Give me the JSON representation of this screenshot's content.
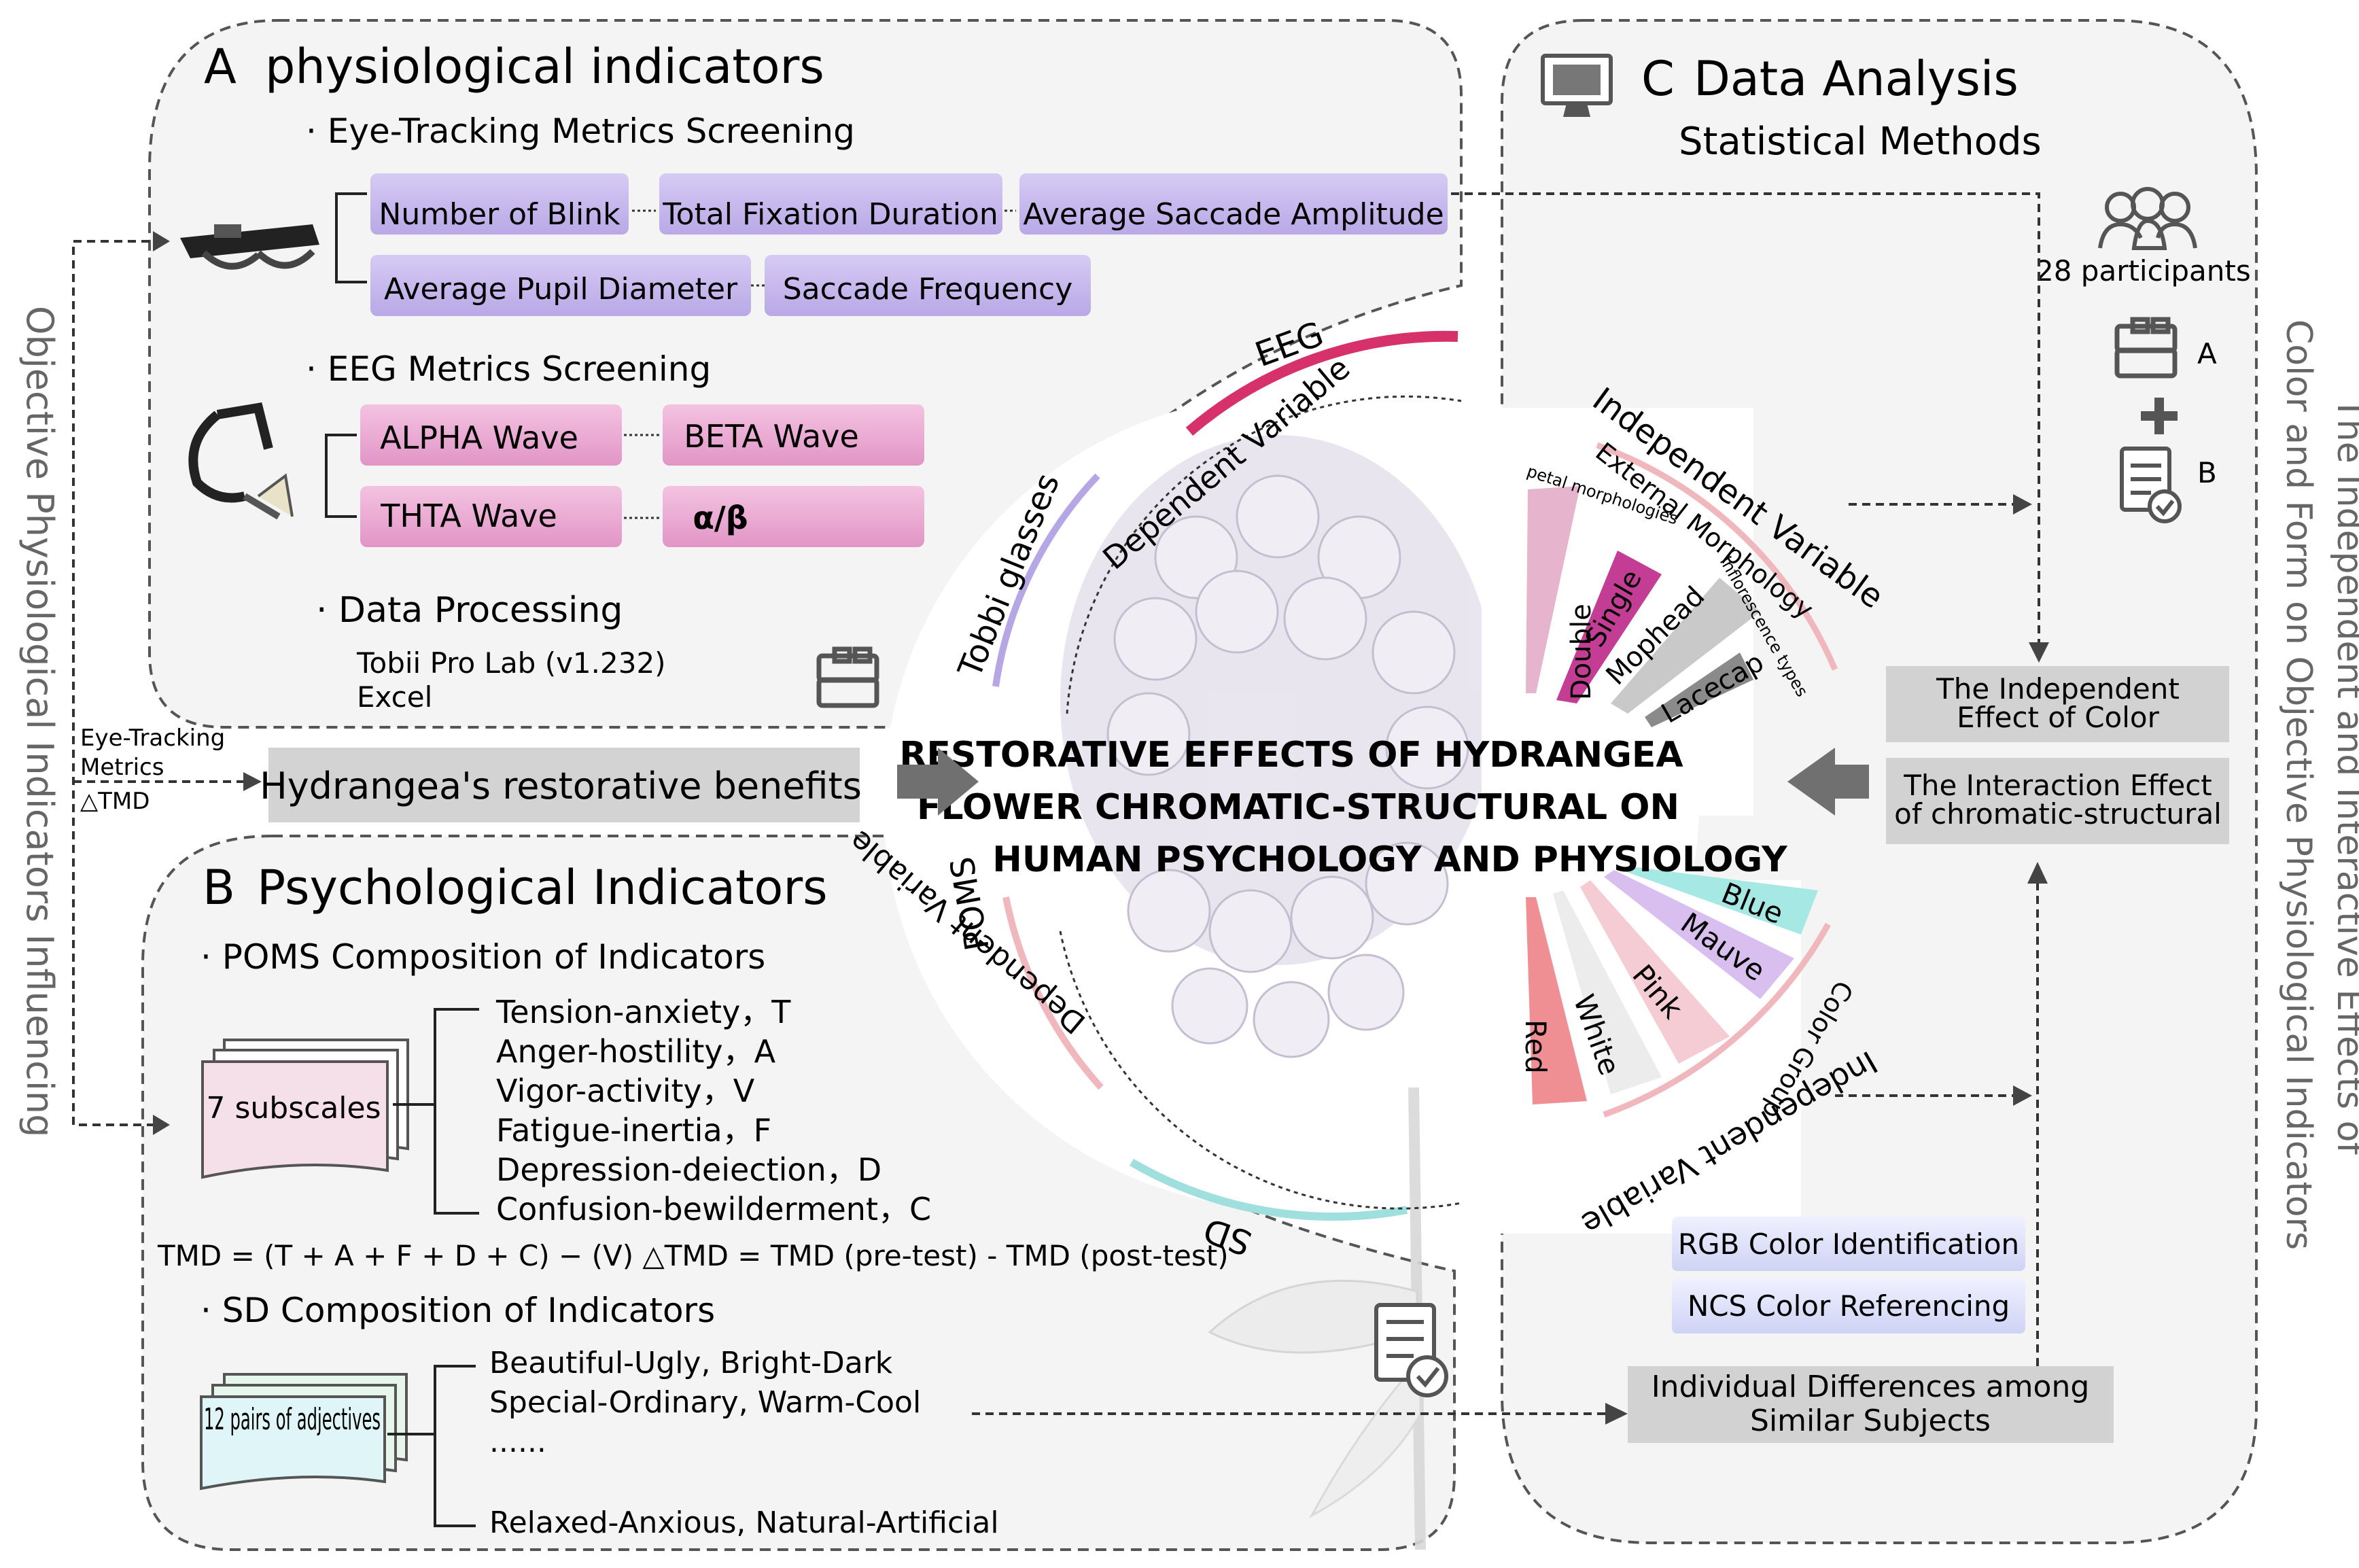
{
  "sectionA": {
    "letter": "A",
    "title": "physiological indicators",
    "eye_tracking_heading": "· Eye-Tracking Metrics Screening",
    "eye_metrics": [
      "Number of Blink",
      "Total Fixation  Duration",
      "Average Saccade Amplitude",
      "Average Pupil  Diameter",
      "Saccade Frequency"
    ],
    "eeg_heading": "· EEG Metrics Screening",
    "eeg_metrics": [
      "ALPHA Wave",
      "BETA Wave",
      "THTA Wave",
      "α/β"
    ],
    "processing_heading": "· Data Processing",
    "processing_tools": [
      "Tobii Pro Lab (v1.232)",
      "Excel"
    ]
  },
  "sectionB": {
    "letter": "B",
    "title": "Psychological Indicators",
    "poms_heading": "· POMS Composition of Indicators",
    "poms_card": "7 subscales",
    "poms_items": [
      "Tension-anxiety，T",
      "Anger-hostility，A",
      "Vigor-activity，V",
      "Fatigue-inertia，F",
      "Depression-deiection，D",
      "Confusion-bewilderment，C"
    ],
    "tmd_formula": "TMD =  (T + A + F + D + C) − (V)   △TMD = TMD (pre-test) - TMD (post-test)",
    "sd_heading": "· SD Composition of Indicators",
    "sd_card": "12 pairs of adjectives",
    "sd_items": [
      "Beautiful-Ugly, Bright-Dark",
      "Special-Ordinary, Warm-Cool",
      "......",
      "Relaxed-Anxious, Natural-Artificial"
    ]
  },
  "sectionC": {
    "letter": "C",
    "title": "Data Analysis",
    "subtitle": "Statistical Methods",
    "participants": "28 participants",
    "group_a": "A",
    "group_b": "B",
    "effects": [
      "The Independent Effect of Color",
      "The Interaction Effect of chromatic-structural"
    ],
    "color_methods": [
      "RGB Color Identification",
      "NCS Color Referencing"
    ],
    "differences": "Individual Differences among Similar Subjects"
  },
  "center": {
    "title_lines": [
      "RESTORATIVE EFFECTS OF HYDRANGEA",
      "FLOWER CHROMATIC-STRUCTURAL ON",
      "HUMAN PSYCHOLOGY AND PHYSIOLOGY"
    ],
    "benefits": "Hydrangea's restorative benefits",
    "eye_tracking_label": "Eye-Tracking",
    "metrics_label": "Metrics",
    "delta_tmd_label": "△TMD",
    "ring_top": {
      "eeg": "EEG",
      "tobii": "Tobbi glasses",
      "dependent": "Dependent Variable"
    },
    "ring_bottom": {
      "poms": "POMS",
      "sd": "SD",
      "dependent": "Dependent Variable"
    },
    "morph": {
      "independent": "Independent Variable",
      "external": "External Morphology",
      "petal": "petal morphologies",
      "inflorescence": "inflorescence types",
      "petals": [
        "Double",
        "Single",
        "Mophead",
        "Lacecap"
      ]
    },
    "color": {
      "independent": "Independent Variable",
      "group": "Color Group",
      "colors": [
        "Red",
        "White",
        "Pink",
        "Mauve",
        "Blue"
      ]
    }
  },
  "side_left": "Objective Physiological Indicators Influencing",
  "side_right_lines": [
    "The Independent and Interactive Effects of",
    "Color and Form on Objective Physiological Indicators"
  ],
  "colors": {
    "purple_box": "#c6b8ec",
    "pink_box": "#e8a3cf",
    "grey_box": "#d2d2d2",
    "eeg_arc": "#d7316c",
    "tobii_arc": "#b7a6e6",
    "poms_arc": "#f0b7bd",
    "sd_arc": "#9fe0de",
    "red_bar": "#ef8e93",
    "blue_bar": "#a6e8e3",
    "mauve_bar": "#d9bff0"
  }
}
